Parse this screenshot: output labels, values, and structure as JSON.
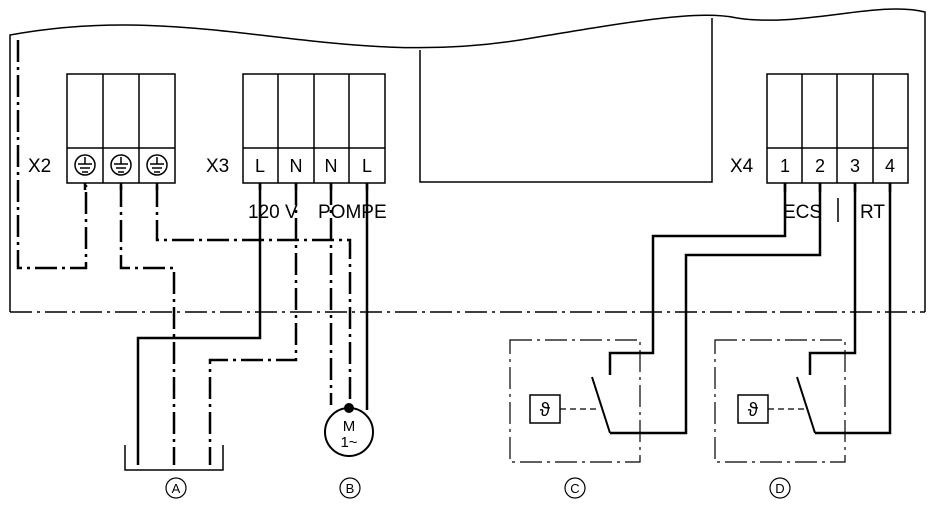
{
  "connectors": {
    "x2": {
      "label": "X2",
      "terminals": [
        "⏚",
        "⏚",
        "⏚"
      ]
    },
    "x3": {
      "label": "X3",
      "terminals": [
        "L",
        "N",
        "N",
        "L"
      ]
    },
    "x4": {
      "label": "X4",
      "terminals": [
        "1",
        "2",
        "3",
        "4"
      ]
    }
  },
  "labels": {
    "voltage": "120 V",
    "pump": "POMPE",
    "dhw": "ECS",
    "room_thermostat": "RT"
  },
  "motor": {
    "line1": "M",
    "line2": "1~"
  },
  "thermostat_symbol": "ϑ",
  "callouts": {
    "a": "A",
    "b": "B",
    "c": "C",
    "d": "D"
  }
}
